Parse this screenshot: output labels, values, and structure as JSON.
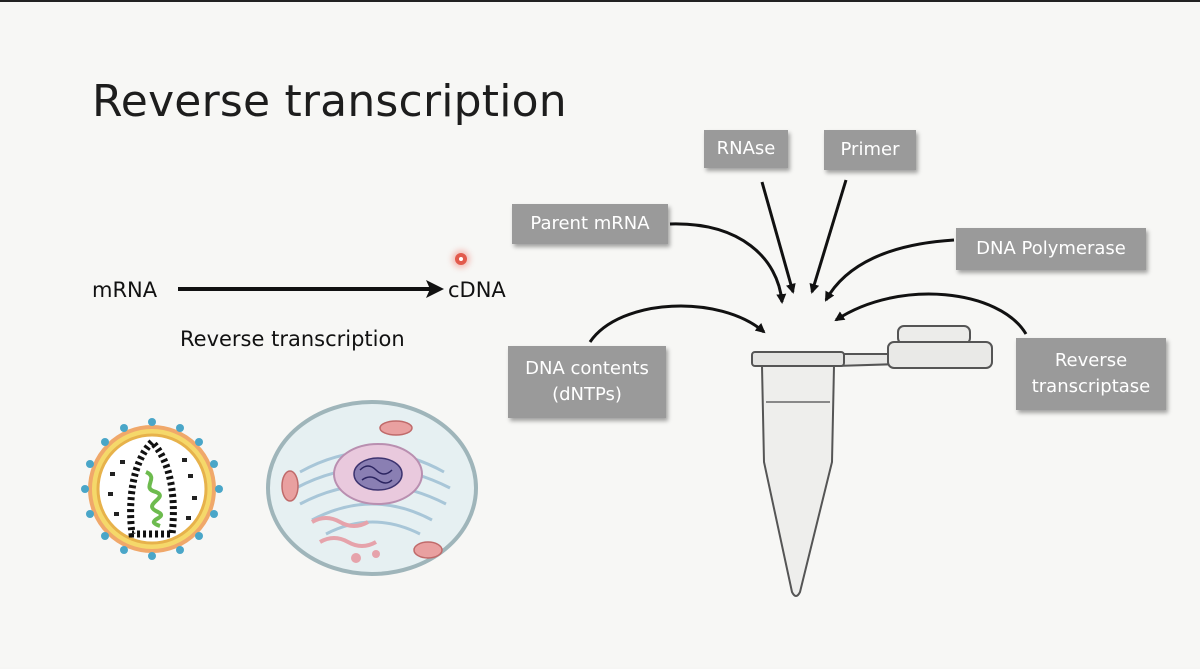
{
  "slide": {
    "title": "Reverse transcription",
    "flow": {
      "source": "mRNA",
      "target": "cDNA",
      "caption": "Reverse transcription"
    },
    "components": {
      "rnase": "RNAse",
      "primer": "Primer",
      "parent_mrna": "Parent mRNA",
      "dna_polymerase": "DNA Polymerase",
      "dna_contents_line1": "DNA contents",
      "dna_contents_line2": "(dNTPs)",
      "reverse_transcriptase_line1": "Reverse",
      "reverse_transcriptase_line2": "transcriptase"
    },
    "colors": {
      "label_box": "#9a9a9a",
      "arrow": "#111111",
      "pointer": "#e25a4d"
    },
    "icons": [
      "virus-illustration",
      "cell-illustration",
      "microcentrifuge-tube"
    ]
  }
}
